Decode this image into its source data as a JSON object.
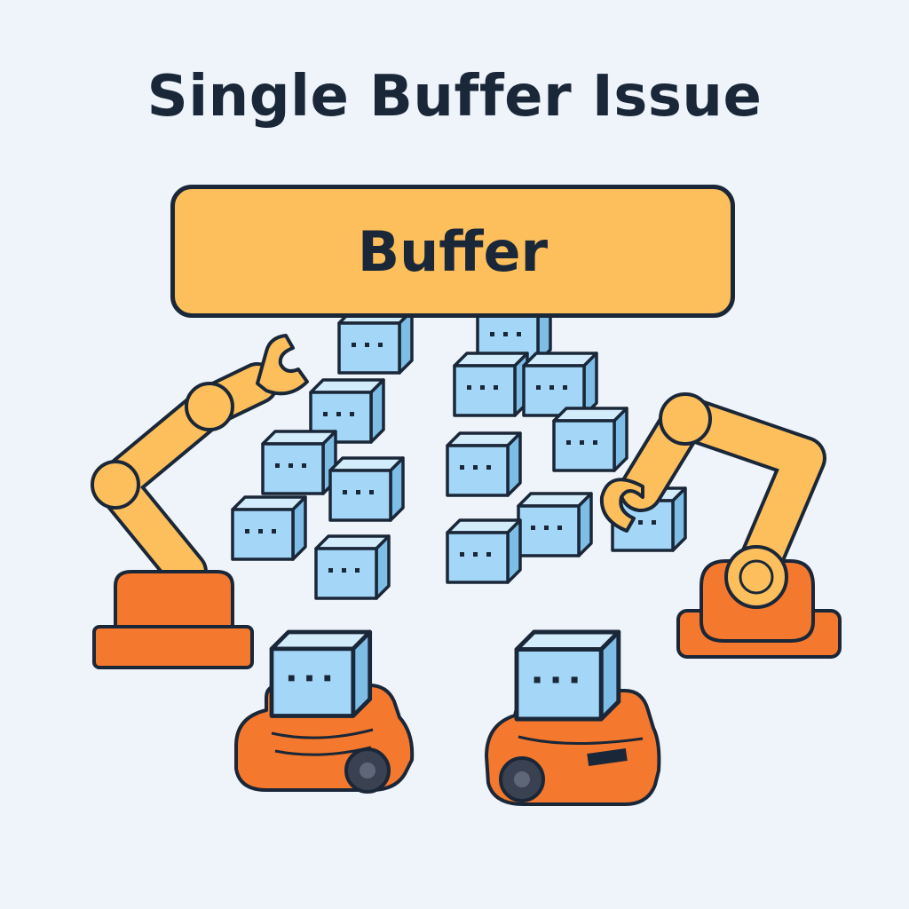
{
  "title": "Single Buffer Issue",
  "buffer_label": "Buffer",
  "colors": {
    "background": "#eff4fa",
    "buffer": "#fcbf5b",
    "box": "#a4d7f7",
    "arm": "#fcbf5b",
    "robot": "#f4782d",
    "outline": "#1a2738"
  },
  "icons": [
    "robotic-arm-left",
    "robotic-arm-right",
    "mobile-robot",
    "cardboard-box"
  ]
}
